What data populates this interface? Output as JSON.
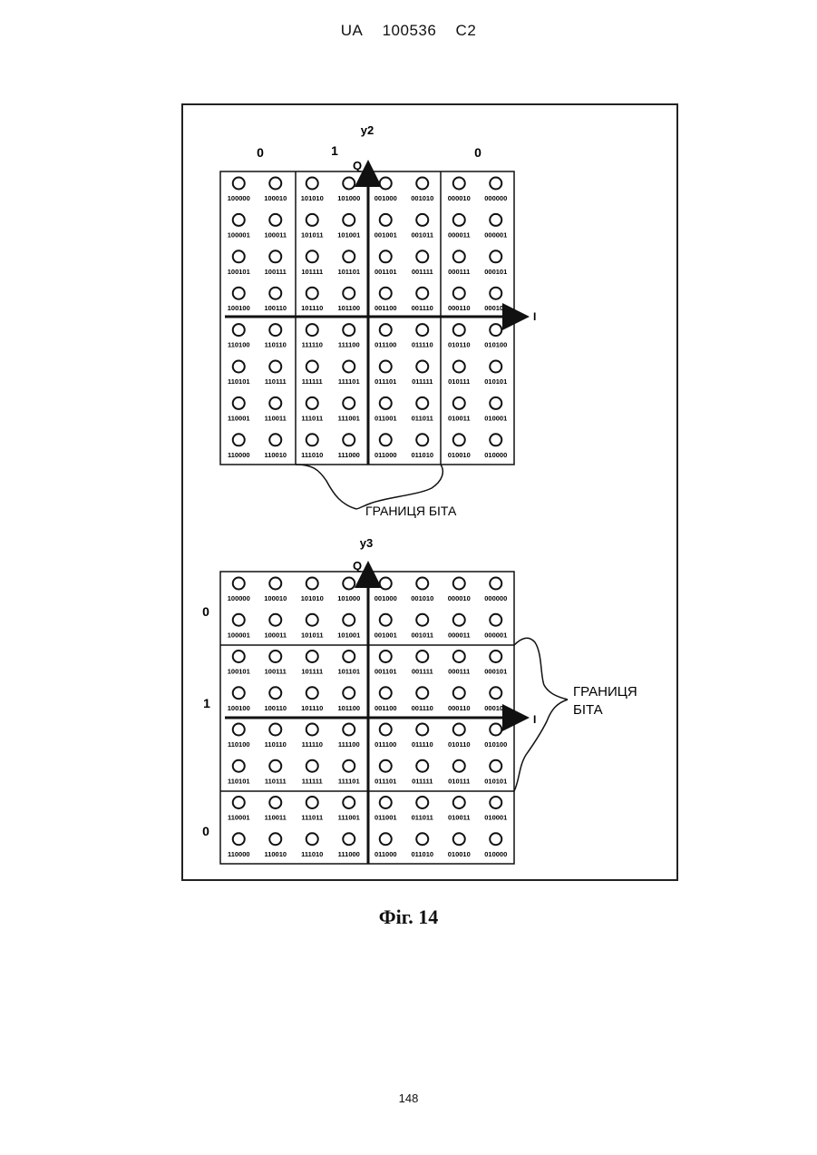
{
  "header": {
    "country": "UA",
    "number": "100536",
    "kind": "C2"
  },
  "diagram_top": {
    "title": "y2",
    "column_bits": [
      "0",
      "1",
      "0"
    ],
    "axis_q": "Q",
    "axis_i": "I",
    "boundary_label": "ГРАНИЦЯ БІТА",
    "codes": [
      [
        "100000",
        "100010",
        "101010",
        "101000",
        "001000",
        "001010",
        "000010",
        "000000"
      ],
      [
        "100001",
        "100011",
        "101011",
        "101001",
        "001001",
        "001011",
        "000011",
        "000001"
      ],
      [
        "100101",
        "100111",
        "101111",
        "101101",
        "001101",
        "001111",
        "000111",
        "000101"
      ],
      [
        "100100",
        "100110",
        "101110",
        "101100",
        "001100",
        "001110",
        "000110",
        "000100"
      ],
      [
        "110100",
        "110110",
        "111110",
        "111100",
        "011100",
        "011110",
        "010110",
        "010100"
      ],
      [
        "110101",
        "110111",
        "111111",
        "111101",
        "011101",
        "011111",
        "010111",
        "010101"
      ],
      [
        "110001",
        "110011",
        "111011",
        "111001",
        "011001",
        "011011",
        "010011",
        "010001"
      ],
      [
        "110000",
        "110010",
        "111010",
        "111000",
        "011000",
        "011010",
        "010010",
        "010000"
      ]
    ]
  },
  "diagram_bottom": {
    "title": "y3",
    "row_bits": [
      "0",
      "1",
      "0"
    ],
    "axis_q": "Q",
    "axis_i": "I",
    "boundary_label_line1": "ГРАНИЦЯ",
    "boundary_label_line2": "БІТА",
    "codes": [
      [
        "100000",
        "100010",
        "101010",
        "101000",
        "001000",
        "001010",
        "000010",
        "000000"
      ],
      [
        "100001",
        "100011",
        "101011",
        "101001",
        "001001",
        "001011",
        "000011",
        "000001"
      ],
      [
        "100101",
        "100111",
        "101111",
        "101101",
        "001101",
        "001111",
        "000111",
        "000101"
      ],
      [
        "100100",
        "100110",
        "101110",
        "101100",
        "001100",
        "001110",
        "000110",
        "000100"
      ],
      [
        "110100",
        "110110",
        "111110",
        "111100",
        "011100",
        "011110",
        "010110",
        "010100"
      ],
      [
        "110101",
        "110111",
        "111111",
        "111101",
        "011101",
        "011111",
        "010111",
        "010101"
      ],
      [
        "110001",
        "110011",
        "111011",
        "111001",
        "011001",
        "011011",
        "010011",
        "010001"
      ],
      [
        "110000",
        "110010",
        "111010",
        "111000",
        "011000",
        "011010",
        "010010",
        "010000"
      ]
    ]
  },
  "caption": "Фіг. 14",
  "page_number": "148"
}
